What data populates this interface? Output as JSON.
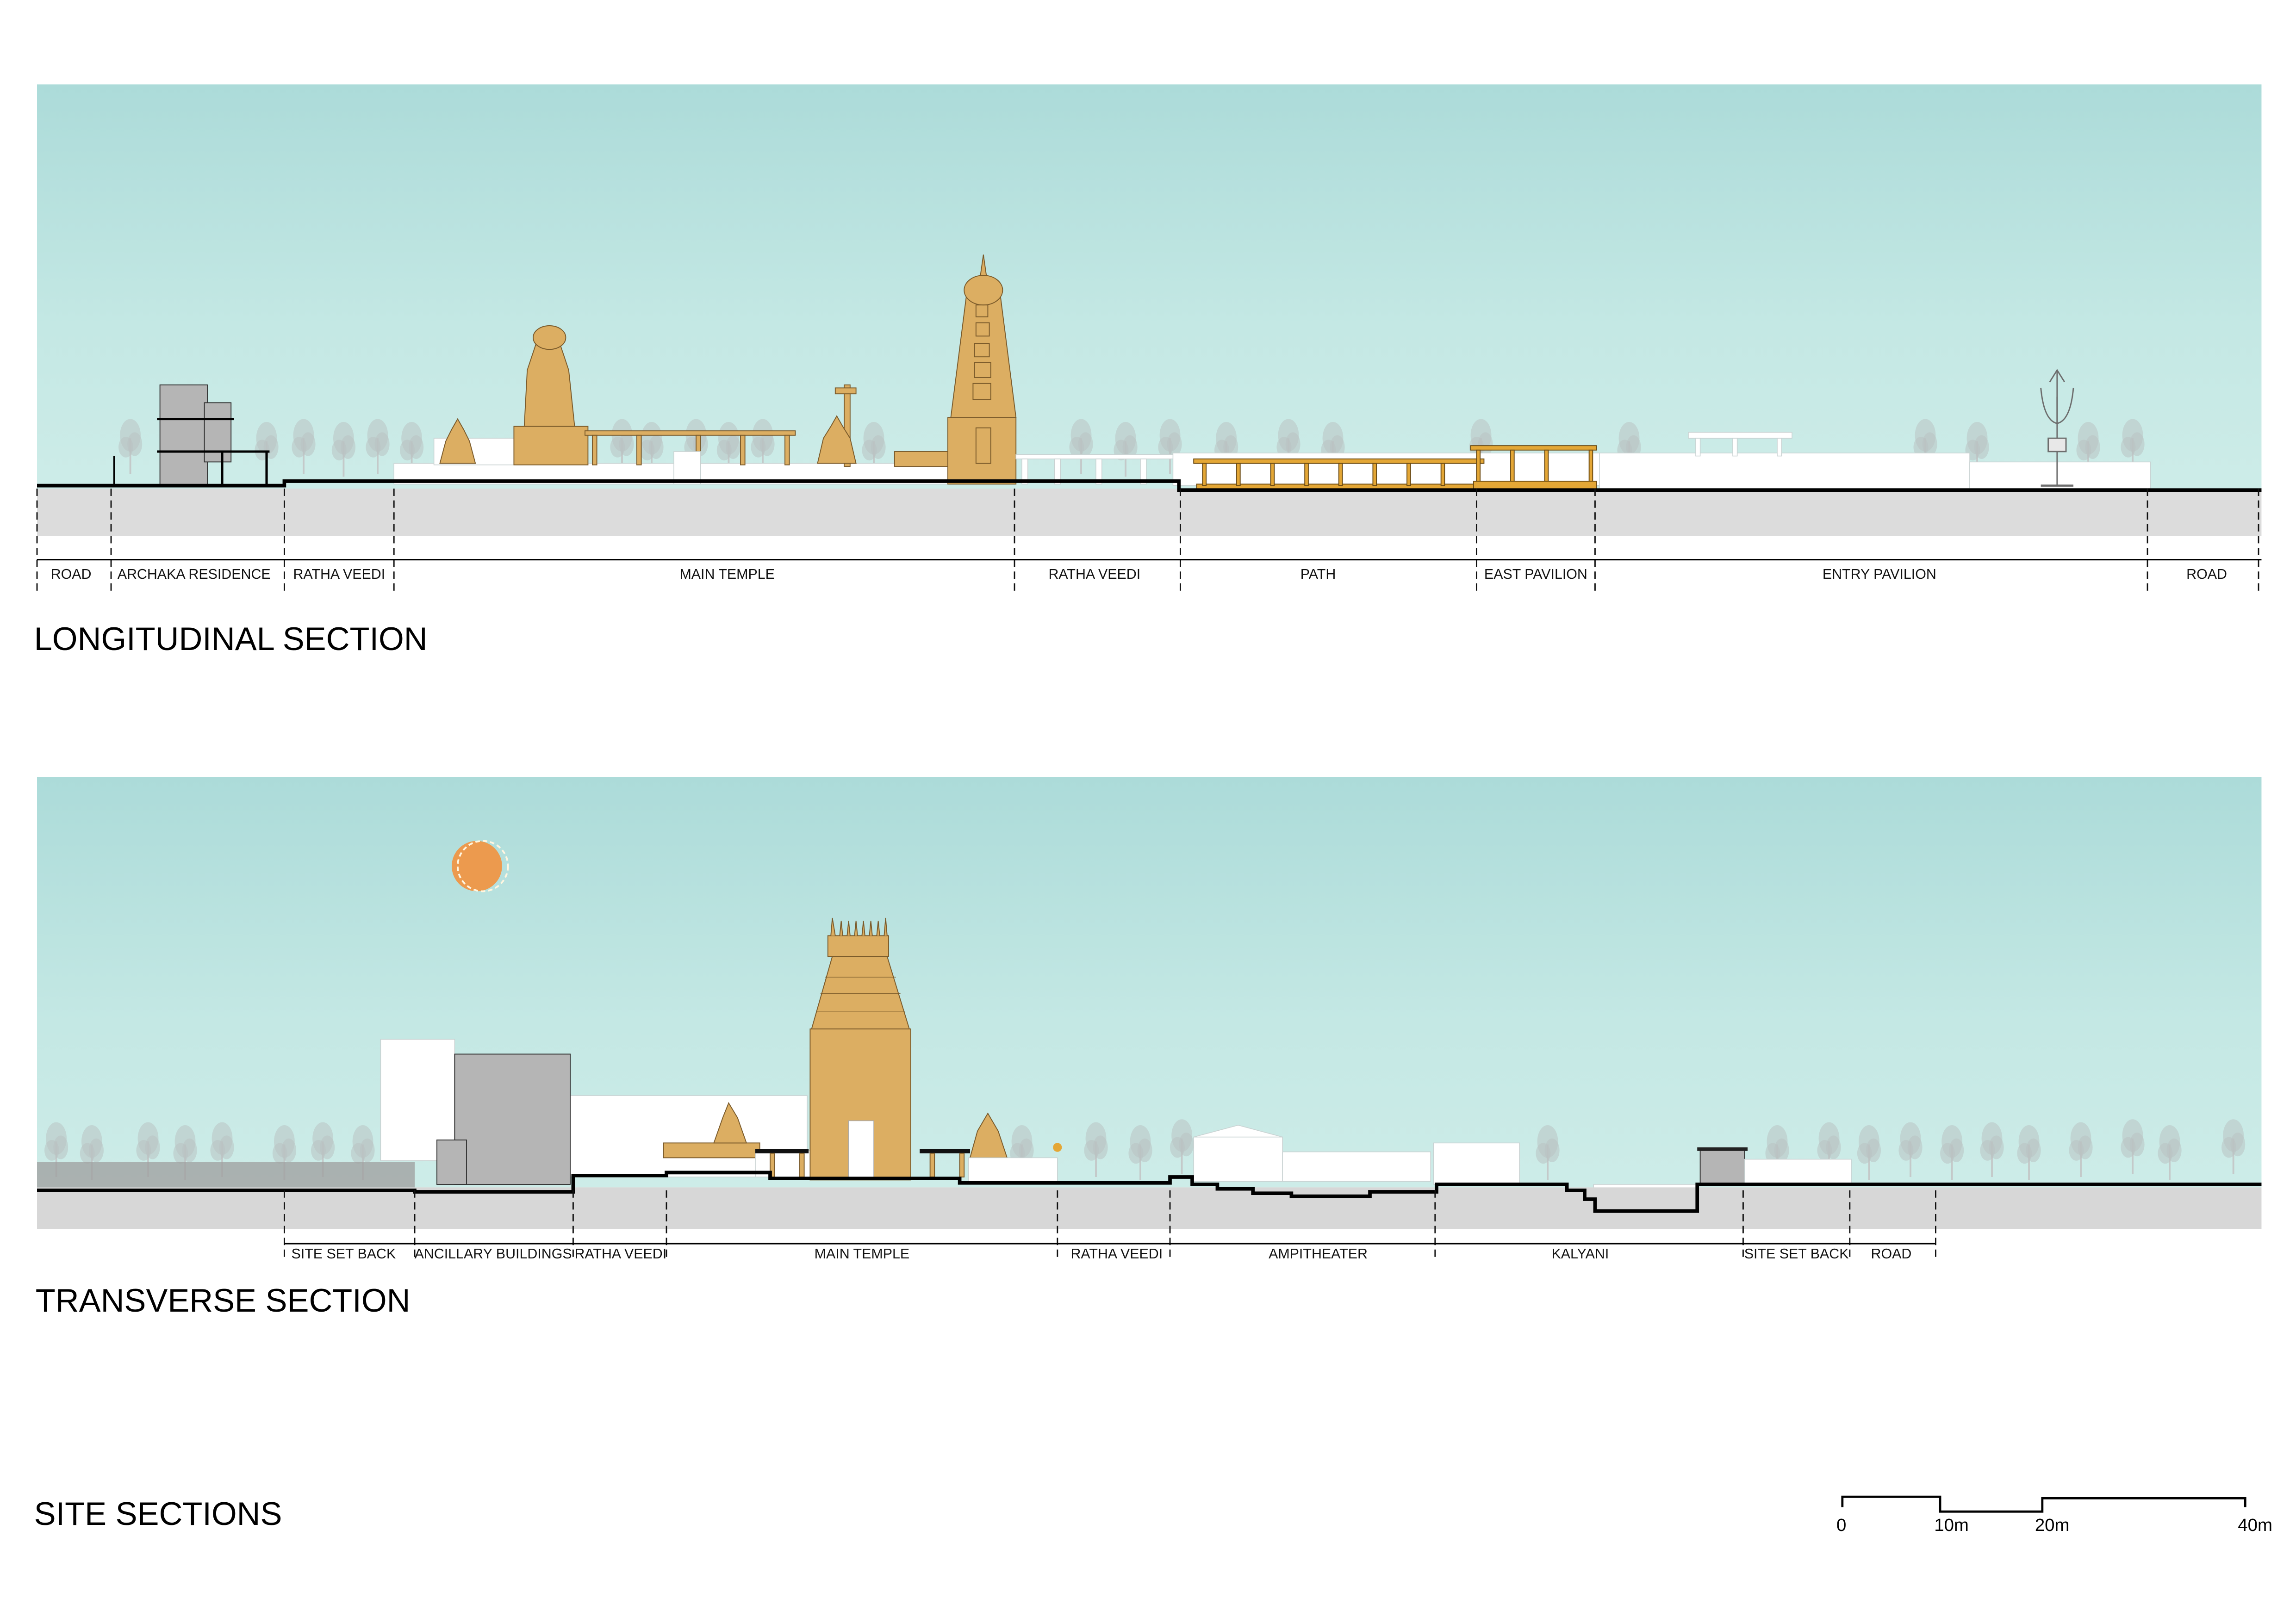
{
  "sheet": {
    "title": "SITE SECTIONS",
    "colors": {
      "sky": "#b2dfdd",
      "sky_light": "#c8eae6",
      "earth": "#dcdcdc",
      "temple_gold": "#dcae62",
      "pavilion_gold": "#e4a736",
      "sun": "#ec9a4e",
      "water": "#6cccc3",
      "building_grey": "#b5b5b5"
    }
  },
  "longitudinal": {
    "title": "LONGITUDINAL SECTION",
    "zones": [
      {
        "label": "ROAD"
      },
      {
        "label": "ARCHAKA RESIDENCE"
      },
      {
        "label": "RATHA VEEDI"
      },
      {
        "label": "MAIN TEMPLE"
      },
      {
        "label": "RATHA VEEDI"
      },
      {
        "label": "PATH"
      },
      {
        "label": "EAST PAVILION"
      },
      {
        "label": "ENTRY PAVILION"
      },
      {
        "label": "ROAD"
      }
    ]
  },
  "transverse": {
    "title": "TRANSVERSE SECTION",
    "zones": [
      {
        "label": "SITE SET BACK"
      },
      {
        "label": "ANCILLARY BUILDINGS"
      },
      {
        "label": "RATHA VEEDI"
      },
      {
        "label": "MAIN TEMPLE"
      },
      {
        "label": "RATHA VEEDI"
      },
      {
        "label": "AMPITHEATER"
      },
      {
        "label": "KALYANI"
      },
      {
        "label": "SITE SET BACK"
      },
      {
        "label": "ROAD"
      }
    ]
  },
  "scale_bar": {
    "ticks": [
      "0",
      "10m",
      "20m",
      "40m"
    ]
  }
}
